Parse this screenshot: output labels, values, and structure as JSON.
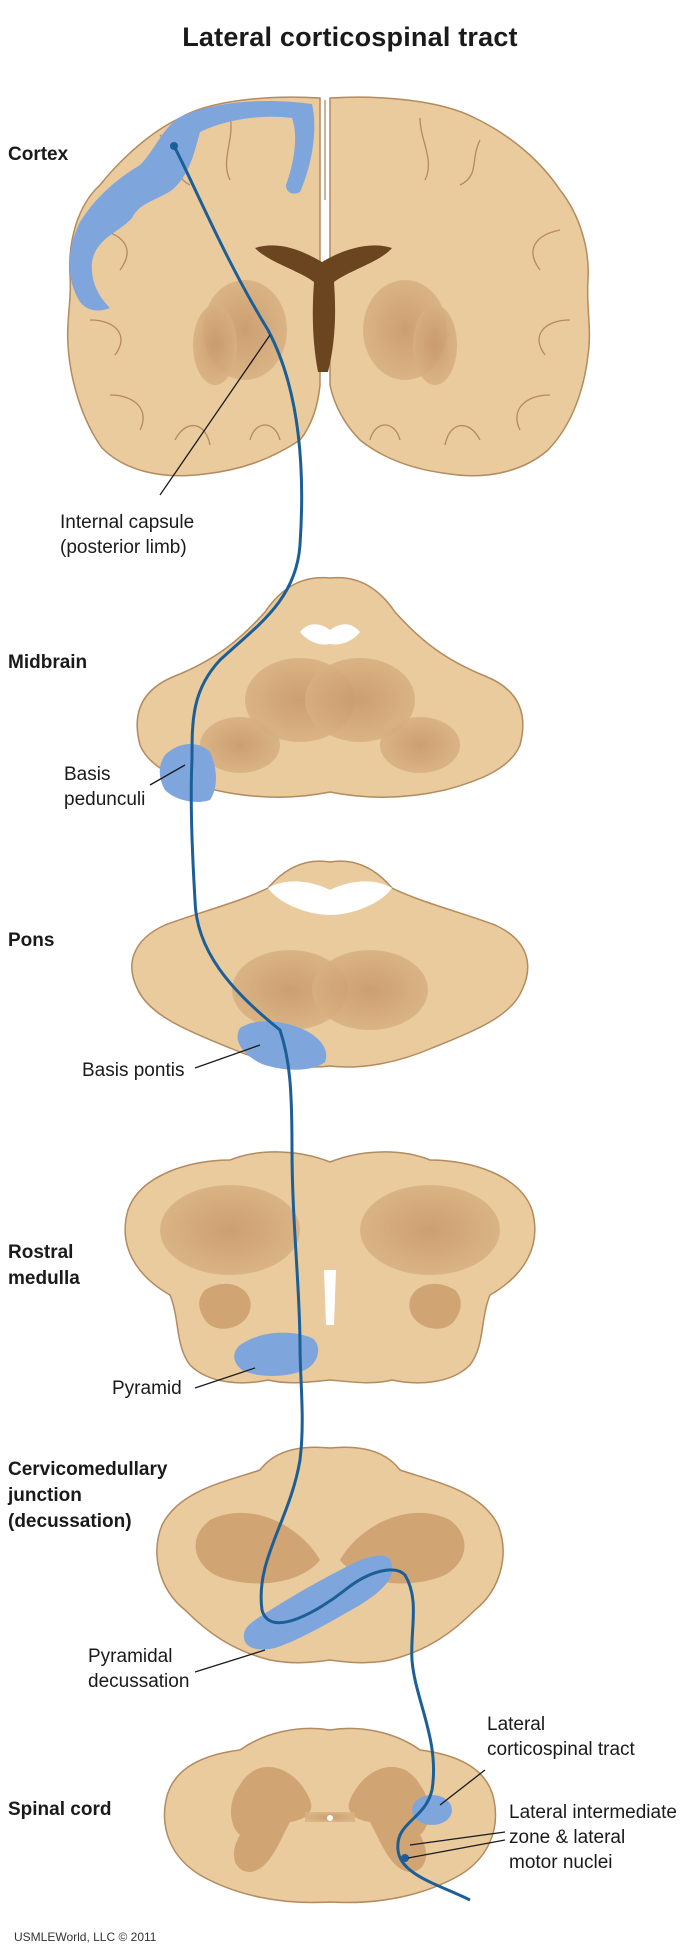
{
  "title": "Lateral corticospinal tract",
  "levels": {
    "cortex": "Cortex",
    "midbrain": "Midbrain",
    "pons": "Pons",
    "rostral_medulla": "Rostral\nmedulla",
    "cervicomedullary": "Cervicomedullary\njunction\n(decussation)",
    "spinal_cord": "Spinal cord"
  },
  "labels": {
    "internal_capsule": "Internal capsule\n(posterior limb)",
    "basis_pedunculi": "Basis\npedunculi",
    "basis_pontis": "Basis pontis",
    "pyramid": "Pyramid",
    "pyramidal_decussation": "Pyramidal\ndecussation",
    "lateral_cst": "Lateral\ncorticospinal tract",
    "lateral_intermediate": "Lateral intermediate\nzone & lateral\nmotor nuclei"
  },
  "copyright": "USMLEWorld, LLC © 2011",
  "colors": {
    "tissue": "#e9cb9e",
    "gray_matter": "#c99b68",
    "outline": "#8f6a44",
    "ventricle": "#6b4420",
    "tract_highlight": "#7fa6dc",
    "tract_line": "#1c5f97"
  }
}
